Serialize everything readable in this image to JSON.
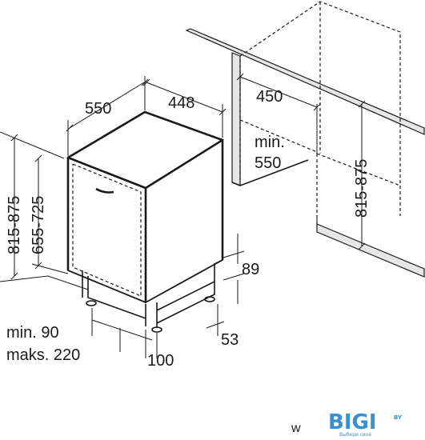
{
  "dimensions": {
    "appliance_depth": "550",
    "appliance_width": "448",
    "niche_width": "450",
    "niche_depth_min": "min.",
    "niche_depth_value": "550",
    "niche_height_right": "815-875",
    "total_height_left": "815-875",
    "door_height_left": "655-725",
    "plinth_height": "89",
    "foot_offset": "53",
    "plinth_depth_min": "min. 90",
    "plinth_depth_max": "maks. 220",
    "plinth_setback": "100"
  },
  "footer": {
    "mark": "w",
    "logo_text": "BIGI",
    "logo_by": "BY",
    "logo_sub": "Выбери своё"
  }
}
